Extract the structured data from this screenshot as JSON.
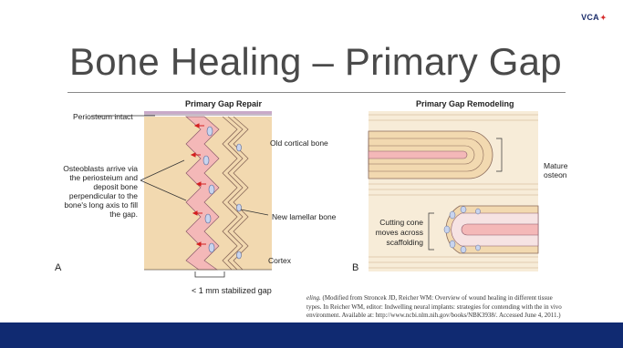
{
  "slide": {
    "logo_text": "VCA",
    "title": "Bone Healing – Primary Gap"
  },
  "figure_a": {
    "heading": "Primary Gap Repair",
    "letter": "A",
    "labels": {
      "periosteum": "Periosteum intact",
      "old_bone": "Old cortical bone",
      "osteoblasts_1": "Osteoblasts arrive via",
      "osteoblasts_2": "the periosteium and",
      "osteoblasts_3": "deposit bone",
      "osteoblasts_4": "perpendicular to the",
      "osteoblasts_5": "bone's long axis to fill",
      "osteoblasts_6": "the gap.",
      "lamellar": "New lamellar bone",
      "cortex": "Cortex",
      "gap": "< 1 mm stabilized gap"
    }
  },
  "figure_b": {
    "heading": "Primary Gap Remodeling",
    "letter": "B",
    "labels": {
      "mature_1": "Mature",
      "mature_2": "osteon",
      "cutting_1": "Cutting cone",
      "cutting_2": "moves across",
      "cutting_3": "scaffolding"
    }
  },
  "caption": {
    "line1_start": "eling.",
    "line1_rest": " (Modified from Stroncek JD, Reicher WM: Overview of wound healing in different tissue",
    "line2": "types. In Reicher WM, editor: Indwelling neural implants: strategies for contending with the in vivo",
    "line3": "environment. Available at: http://www.ncbi.nlm.nih.gov/books/NBK3938/. Accessed June 4, 2011.)"
  },
  "colors": {
    "bottom_band": "#102a71",
    "bone": "#f2d9b0",
    "gap_tissue": "#f4b8b8",
    "arrow": "#d42020"
  }
}
